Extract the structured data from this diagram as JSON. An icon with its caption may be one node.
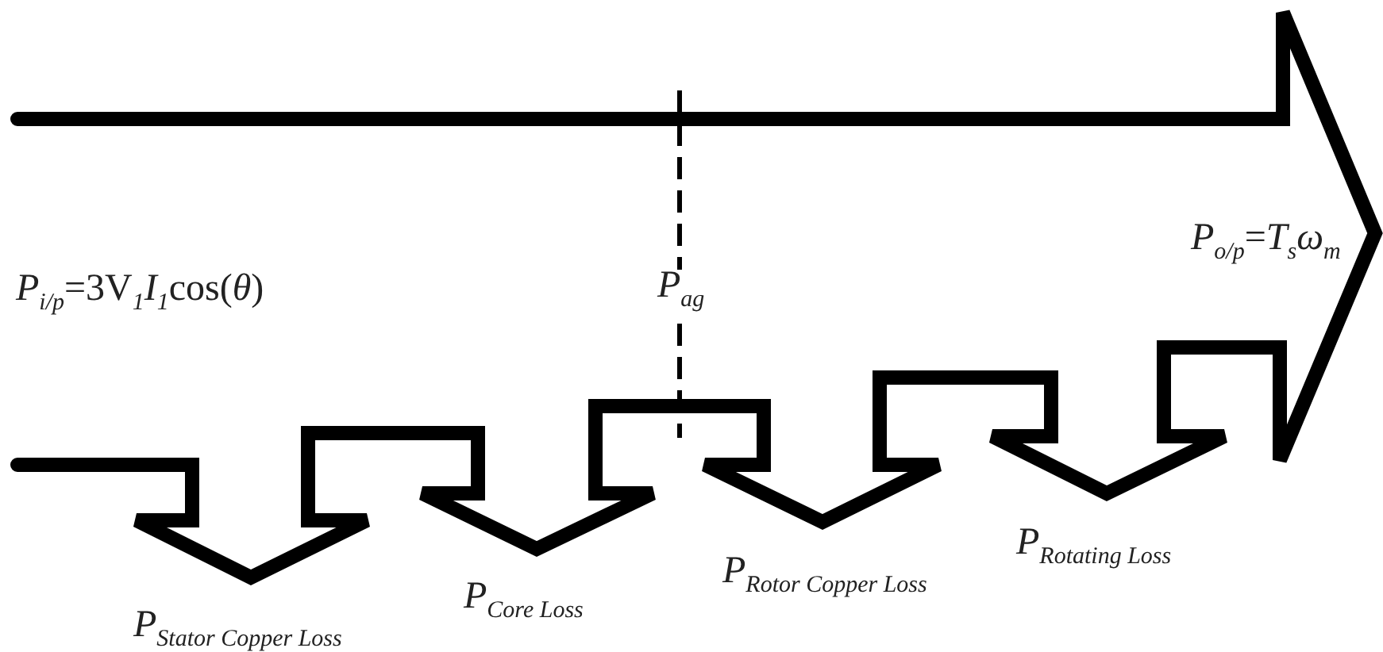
{
  "diagram": {
    "labels": [
      "*P*$_{i/p}$=3V$_{1}$*I*$_{1}$cos(*θ*)",
      "*P*$_{ag}$",
      "*P*$_{o/p}$=*T*$_{s}$*ω*$_{m}$",
      "*P*$_{Stator Copper Loss}$",
      "*P*$_{Core Loss}$",
      "*P*$_{Rotor Copper Loss}$",
      "*P*$_{Rotating Loss}$"
    ]
  }
}
